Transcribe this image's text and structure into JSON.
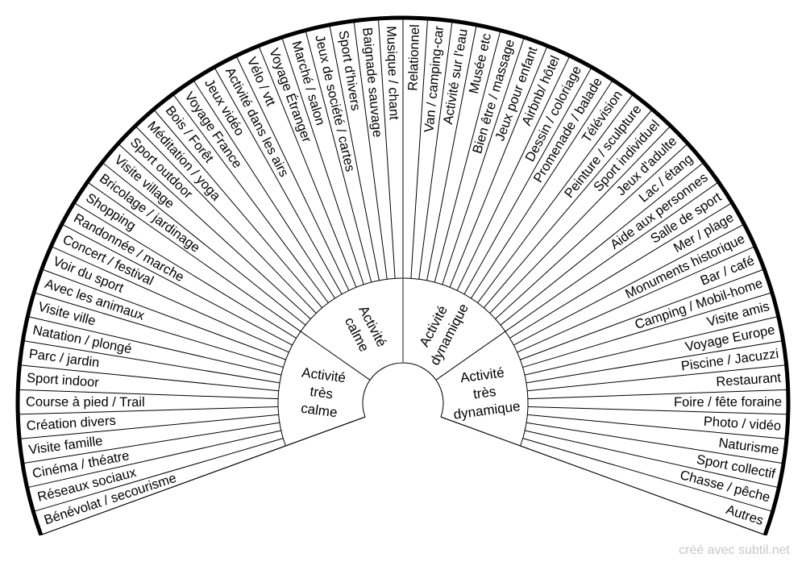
{
  "categories": [
    {
      "lines": [
        "Activité",
        "très",
        "calme"
      ]
    },
    {
      "lines": [
        "Activité",
        "calme"
      ]
    },
    {
      "lines": [
        "Activité",
        "dynamique"
      ]
    },
    {
      "lines": [
        "Activité",
        "très",
        "dynamique"
      ]
    }
  ],
  "activities": [
    "Bénévolat / secourisme",
    "Réseaux sociaux",
    "Cinéma / théatre",
    "Visite famille",
    "Création divers",
    "Course à pied / Trail",
    "Sport indoor",
    "Parc / jardin",
    "Natation / plongé",
    "Visite ville",
    "Avec les animaux",
    "Voir du sport",
    "Concert / festival",
    "Randonnée / marche",
    "Shopping",
    "Bricolage / jardinage",
    "Visite village",
    "Sport outdoor",
    "Méditation / yoga",
    "Bois / Forêt",
    "Voyage France",
    "Jeux vidéo",
    "Activité dans les airs",
    "Vélo / vtt",
    "Voyage Étranger",
    "Marché / salon",
    "Jeux de société / cartes",
    "Sport d'hivers",
    "Baignade sauvage",
    "Musique / chant",
    "Relationnel",
    "Van / camping-car",
    "Activité sur l'eau",
    "Musée etc",
    "Bien être / massage",
    "Jeux pour enfant",
    "Airbnb/ hôtel",
    "Dessin / coloriage",
    "Promenade / balade",
    "Télévision",
    "Peinture / sculpture",
    "Sport individuel",
    "Jeux d'adulte",
    "Lac / étang",
    "Aide aux personnes",
    "Salle de sport",
    "Mer / plage",
    "Monuments historique",
    "Bar / café",
    "Camping / Mobil-home",
    "Visite amis",
    "Voyage Europe",
    "Piscine / Jacuzzi",
    "Restaurant",
    "Foire / fête foraine",
    "Photo / vidéo",
    "Naturisme",
    "Sport collectif",
    "Chasse / pêche",
    "Autres"
  ],
  "credit": "créé avec subtil.net"
}
